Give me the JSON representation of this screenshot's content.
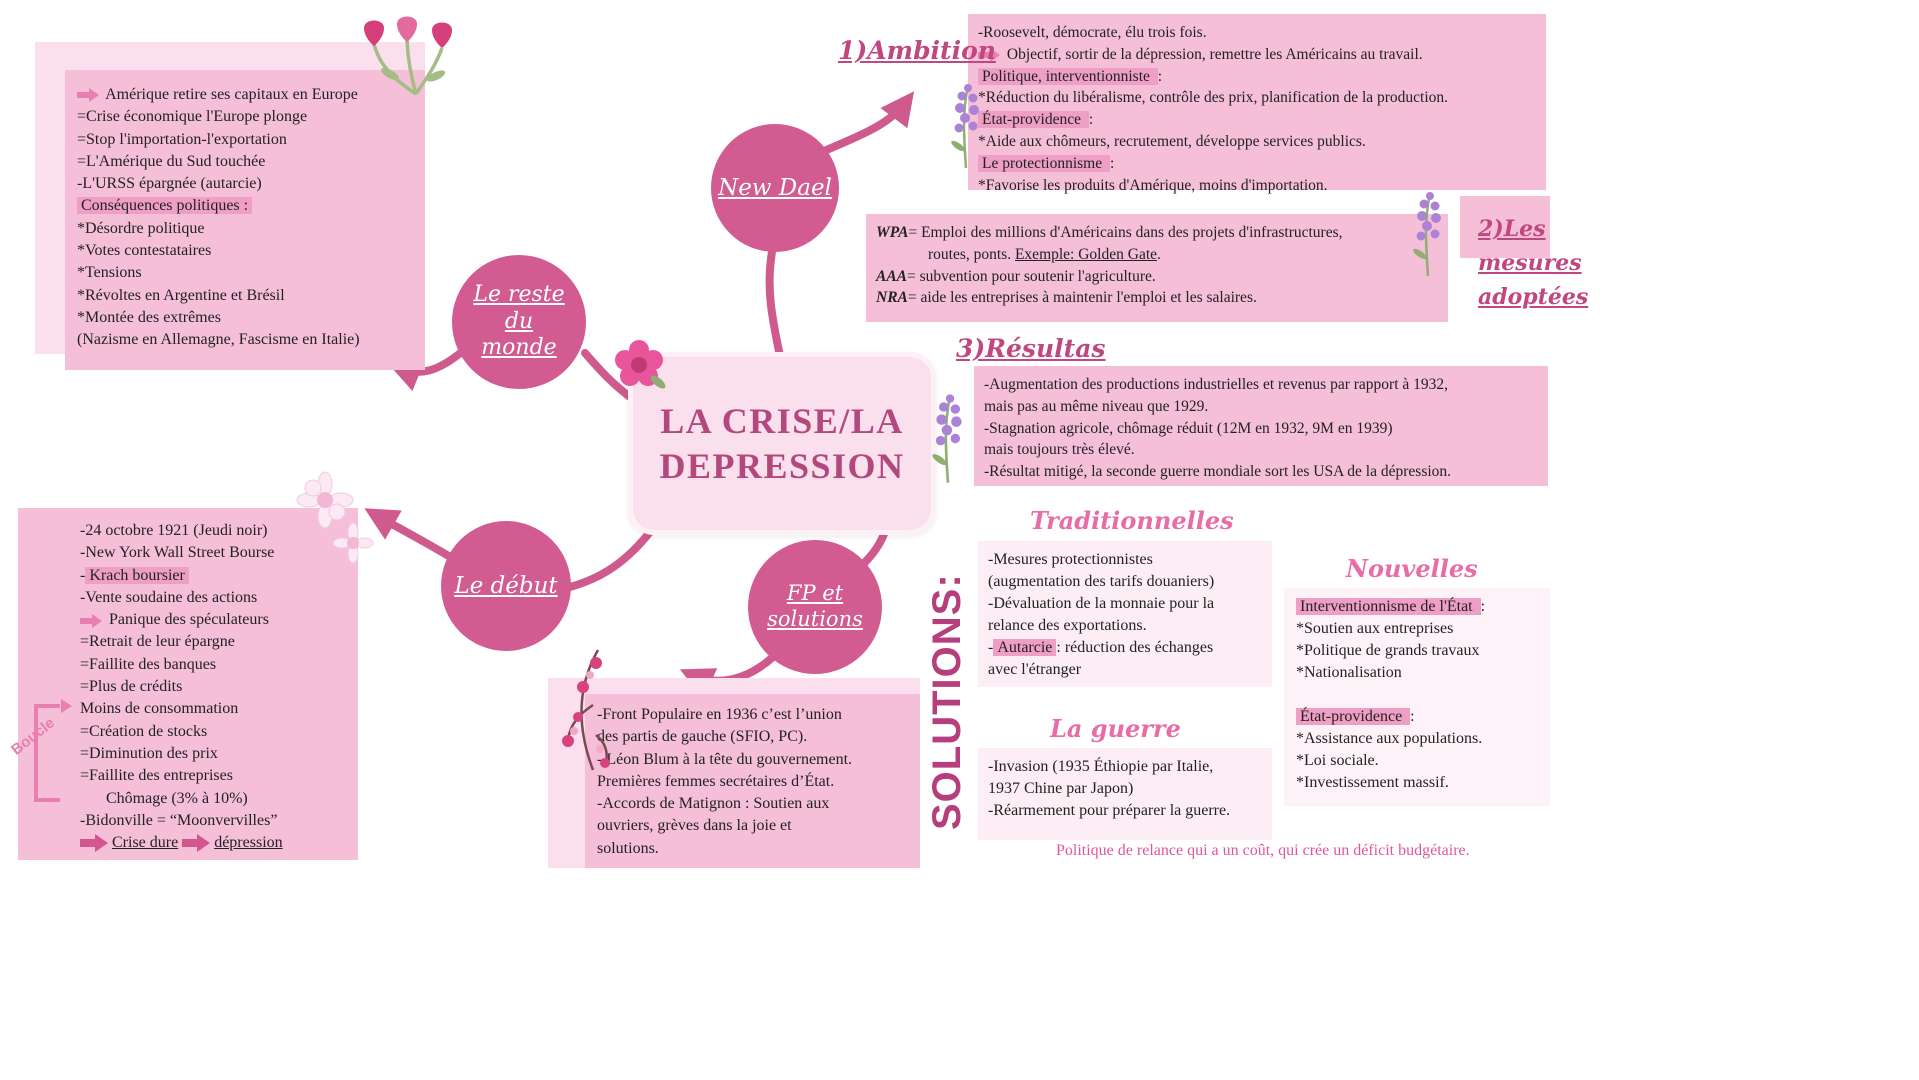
{
  "colors": {
    "primary": "#cf5a8e",
    "node_fill": "#d25b91",
    "box_pink": "#f5bfd7",
    "backdrop_pink": "#fbdfec",
    "pale_pink": "#fdeef6",
    "highlight": "#ef9fc5",
    "center_bg": "#fadfec",
    "title_text": "#b2487e",
    "script_heading": "#c0477f",
    "sub_heading": "#e86ca6",
    "solutions_label": "#b63e7d",
    "note_text": "#e0569a",
    "lavender": "#ab82d6",
    "leaf_green": "#a3bd85"
  },
  "center": {
    "title_lines": [
      "LA CRISE/LA",
      "DEPRESSION"
    ]
  },
  "nodes": {
    "new_deal": {
      "lines": [
        [
          [
            "New Dael",
            "u"
          ]
        ]
      ]
    },
    "reste_monde": {
      "lines": [
        [
          [
            "Le reste",
            "u"
          ]
        ],
        [
          [
            "du",
            "u"
          ]
        ],
        [
          [
            "monde",
            "u"
          ]
        ]
      ]
    },
    "debut": {
      "lines": [
        [
          [
            "Le début",
            "u"
          ]
        ]
      ]
    },
    "fp_solutions": {
      "lines": [
        [
          [
            "FP et",
            "u"
          ]
        ],
        [
          [
            "solutions",
            "u"
          ]
        ]
      ]
    }
  },
  "reste_monde_box": {
    "lines": [
      [
        [
          "",
          "arrow"
        ],
        [
          " Amérique retire ses capitaux en Europe",
          ""
        ]
      ],
      [
        [
          "=Crise économique l'Europe plonge",
          ""
        ]
      ],
      [
        [
          "=Stop l'importation-l'exportation",
          ""
        ]
      ],
      [
        [
          "=L'Amérique du Sud touchée",
          ""
        ]
      ],
      [
        [
          "-L'URSS épargnée (autarcie)",
          ""
        ]
      ],
      [
        [
          "Conséquences politiques :",
          "hl"
        ]
      ],
      [
        [
          "*Désordre politique",
          ""
        ]
      ],
      [
        [
          "*Votes contestataires",
          ""
        ]
      ],
      [
        [
          "*Tensions",
          ""
        ]
      ],
      [
        [
          "*Révoltes en Argentine et Brésil",
          ""
        ]
      ],
      [
        [
          "*Montée des extrêmes",
          ""
        ]
      ],
      [
        [
          "(Nazisme en Allemagne, Fascisme en Italie)",
          ""
        ]
      ]
    ]
  },
  "ambition": {
    "heading": "1)Ambition",
    "lines": [
      [
        [
          "-Roosevelt, démocrate, élu trois fois.",
          ""
        ]
      ],
      [
        [
          "",
          "arrow"
        ],
        [
          " Objectif, sortir de la dépression, remettre les Américains au travail.",
          ""
        ]
      ],
      [
        [
          "Politique, interventionniste ",
          "hl"
        ],
        [
          ":",
          ""
        ]
      ],
      [
        [
          "*Réduction du libéralisme, contrôle des prix, planification de la production.",
          ""
        ]
      ],
      [
        [
          "État-providence ",
          "hl"
        ],
        [
          ":",
          ""
        ]
      ],
      [
        [
          "*Aide aux chômeurs, recrutement, développe services publics.",
          ""
        ]
      ],
      [
        [
          "Le protectionnisme ",
          "hl"
        ],
        [
          ":",
          ""
        ]
      ],
      [
        [
          "*Favorise les produits d'Amérique, moins d'importation.",
          ""
        ]
      ]
    ]
  },
  "mesures": {
    "heading_lines": [
      [
        [
          "2)Les",
          "u"
        ]
      ],
      [
        [
          "mesures",
          "u"
        ]
      ],
      [
        [
          "adoptées",
          "u"
        ]
      ]
    ],
    "lines": [
      [
        [
          "WPA",
          "bi"
        ],
        [
          "= Emploi des millions d'Américains dans des projets d'infrastructures,",
          ""
        ]
      ],
      [
        [
          "",
          "ind"
        ],
        [
          "routes, ponts. ",
          ""
        ],
        [
          "Exemple: Golden Gate",
          "u"
        ],
        [
          ".",
          ""
        ]
      ],
      [
        [
          "AAA",
          "bi"
        ],
        [
          "= subvention pour soutenir l'agriculture.",
          ""
        ]
      ],
      [
        [
          "NRA",
          "bi"
        ],
        [
          "= aide les entreprises à maintenir l'emploi et les salaires.",
          ""
        ]
      ]
    ]
  },
  "resultats": {
    "heading": "3)Résultas",
    "lines": [
      [
        [
          "-Augmentation des productions industrielles et revenus par rapport à 1932,",
          ""
        ]
      ],
      [
        [
          "mais pas au même niveau que 1929.",
          ""
        ]
      ],
      [
        [
          "-Stagnation agricole, chômage réduit (12M en 1932, 9M en 1939)",
          ""
        ]
      ],
      [
        [
          "mais toujours très élevé.",
          ""
        ]
      ],
      [
        [
          "-Résultat mitigé, la seconde guerre mondiale sort les USA de la dépression.",
          ""
        ]
      ]
    ]
  },
  "debut_box": {
    "boucle_label": "Boucle",
    "lines": [
      [
        [
          "-24 octobre 1921 (Jeudi noir)",
          ""
        ]
      ],
      [
        [
          "-New York Wall Street Bourse",
          ""
        ]
      ],
      [
        [
          "-",
          ""
        ],
        [
          "Krach boursier",
          "hl"
        ]
      ],
      [
        [
          "-Vente soudaine des actions",
          ""
        ]
      ],
      [
        [
          "",
          "arrow"
        ],
        [
          " Panique des spéculateurs",
          ""
        ]
      ],
      [
        [
          "=Retrait de leur épargne",
          ""
        ]
      ],
      [
        [
          "=Faillite des banques",
          ""
        ]
      ],
      [
        [
          "=Plus de crédits",
          ""
        ]
      ],
      [
        [
          "Moins de consommation",
          ""
        ]
      ],
      [
        [
          "=Création de stocks",
          ""
        ]
      ],
      [
        [
          "=Diminution des prix",
          ""
        ]
      ],
      [
        [
          "=Faillite des entreprises",
          ""
        ]
      ],
      [
        [
          "",
          "ind2"
        ],
        [
          "Chômage (3% à 10%)",
          ""
        ]
      ],
      [
        [
          "-Bidonville = “Moonvervilles”",
          ""
        ]
      ],
      [
        [
          "",
          "arrowbig"
        ],
        [
          "Crise dure",
          "u"
        ],
        [
          "   ",
          ""
        ],
        [
          "",
          "arrowbig"
        ],
        [
          "dépression",
          "u"
        ]
      ]
    ]
  },
  "fp_box": {
    "lines": [
      [
        [
          "-Front Populaire en 1936 c’est l’union",
          ""
        ]
      ],
      [
        [
          "des partis de gauche (SFIO, PC).",
          ""
        ]
      ],
      [
        [
          "- Léon Blum à la tête du gouvernement.",
          ""
        ]
      ],
      [
        [
          "Premières femmes secrétaires d’État.",
          ""
        ]
      ],
      [
        [
          "-Accords de Matignon : Soutien aux",
          ""
        ]
      ],
      [
        [
          "ouvriers, grèves dans la joie et",
          ""
        ]
      ],
      [
        [
          "solutions.",
          ""
        ]
      ]
    ]
  },
  "solutions": {
    "vertical_label": "SOLUTIONS:",
    "traditionnelles": {
      "heading": "Traditionnelles",
      "lines": [
        [
          [
            "-Mesures protectionnistes",
            ""
          ]
        ],
        [
          [
            "(augmentation des tarifs douaniers)",
            ""
          ]
        ],
        [
          [
            "-Dévaluation de la monnaie pour la",
            ""
          ]
        ],
        [
          [
            "relance des exportations.",
            ""
          ]
        ],
        [
          [
            "-",
            ""
          ],
          [
            "Autarcie",
            "hl"
          ],
          [
            ": réduction des échanges",
            ""
          ]
        ],
        [
          [
            "avec l'étranger",
            ""
          ]
        ]
      ]
    },
    "la_guerre": {
      "heading": "La guerre",
      "lines": [
        [
          [
            "-Invasion (1935 Éthiopie par Italie,",
            ""
          ]
        ],
        [
          [
            "1937 Chine par Japon)",
            ""
          ]
        ],
        [
          [
            "-Réarmement pour préparer la guerre.",
            ""
          ]
        ]
      ]
    },
    "nouvelles": {
      "heading": "Nouvelles",
      "lines": [
        [
          [
            "Interventionnisme de l'État  ",
            "hl"
          ],
          [
            ":",
            ""
          ]
        ],
        [
          [
            "*Soutien aux entreprises",
            ""
          ]
        ],
        [
          [
            "*Politique de grands travaux",
            ""
          ]
        ],
        [
          [
            "*Nationalisation",
            ""
          ]
        ],
        [
          [
            " ",
            ""
          ]
        ],
        [
          [
            "État-providence ",
            "hl"
          ],
          [
            ":",
            ""
          ]
        ],
        [
          [
            "*Assistance aux populations.",
            ""
          ]
        ],
        [
          [
            "*Loi sociale.",
            ""
          ]
        ],
        [
          [
            "*Investissement massif.",
            ""
          ]
        ]
      ]
    },
    "footer_note": "Politique de relance qui a un coût, qui crée un déficit budgétaire."
  }
}
